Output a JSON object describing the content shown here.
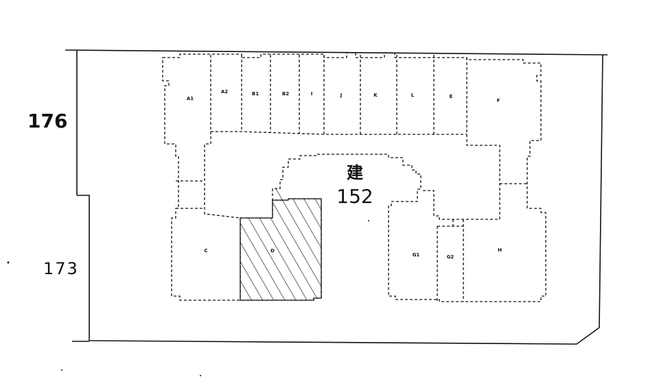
{
  "lots": [
    {
      "label": "176"
    },
    {
      "label": "173"
    }
  ],
  "building": {
    "char": "建",
    "number": "152"
  },
  "units": [
    {
      "label": "A1"
    },
    {
      "label": "A2"
    },
    {
      "label": "B1"
    },
    {
      "label": "B2"
    },
    {
      "label": "I"
    },
    {
      "label": "J"
    },
    {
      "label": "K"
    },
    {
      "label": "L"
    },
    {
      "label": "E"
    },
    {
      "label": "F"
    },
    {
      "label": "C"
    },
    {
      "label": "D"
    },
    {
      "label": "G1"
    },
    {
      "label": "G2"
    },
    {
      "label": "H"
    }
  ]
}
